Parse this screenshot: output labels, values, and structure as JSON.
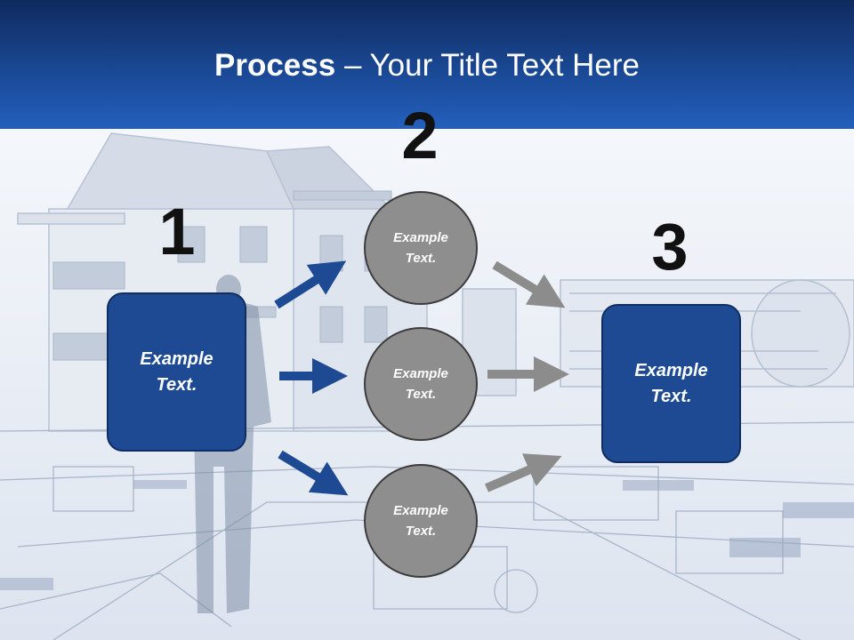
{
  "title": {
    "bold": "Process",
    "separator": " – ",
    "rest": "Your Title Text Here"
  },
  "steps": {
    "one": "1",
    "two": "2",
    "three": "3"
  },
  "left_box": {
    "text": "Example Text."
  },
  "right_box": {
    "text": "Example Text."
  },
  "circles": [
    {
      "text": "Example Text."
    },
    {
      "text": "Example Text."
    },
    {
      "text": "Example Text."
    }
  ],
  "colors": {
    "header": "#1a4894",
    "box_fill": "#1e4a93",
    "circle_fill": "#8e8e8e",
    "blue_arrow": "#1e4a93",
    "gray_arrow": "#8c8c8c"
  }
}
